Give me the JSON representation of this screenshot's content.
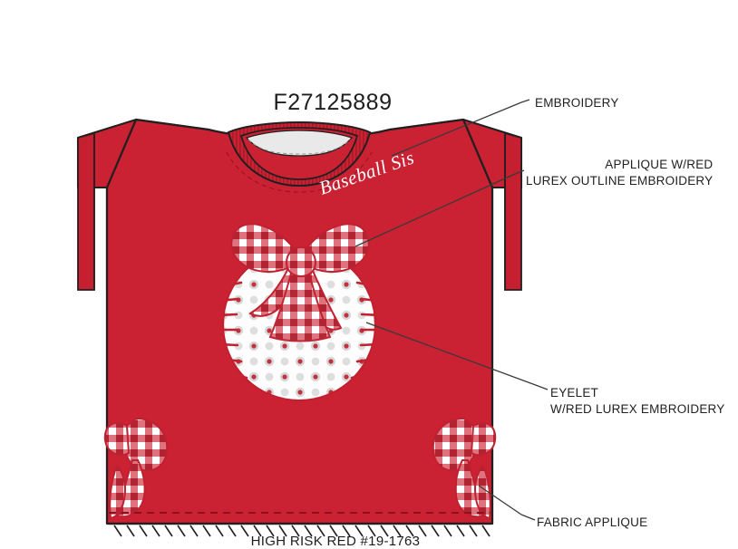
{
  "document": {
    "style_code": "F27125889",
    "colorway": "HIGH RISK RED #19-1763"
  },
  "garment": {
    "chest_script": "Baseball Sis",
    "body_color": "#cb2233",
    "body_color_dark": "#a8182a",
    "outline_color": "#231f20",
    "gingham_white": "#ffffff",
    "gingham_red": "#cf2b38",
    "gingham_deep": "#a81b2b",
    "eyelet_dot_red": "#c2313c",
    "eyelet_dot_grey": "#d9d9d9",
    "stitch_red": "#c4202f",
    "neck_tape": "#e9e9e9"
  },
  "callouts": [
    {
      "id": "embroidery",
      "line1": "EMBROIDERY",
      "line2": ""
    },
    {
      "id": "applique",
      "line1": "APPLIQUE W/RED",
      "line2": "LUREX OUTLINE EMBROIDERY"
    },
    {
      "id": "eyelet",
      "line1": "EYELET",
      "line2": "W/RED LUREX EMBROIDERY"
    },
    {
      "id": "fabric-applique",
      "line1": "FABRIC APPLIQUE",
      "line2": ""
    }
  ]
}
